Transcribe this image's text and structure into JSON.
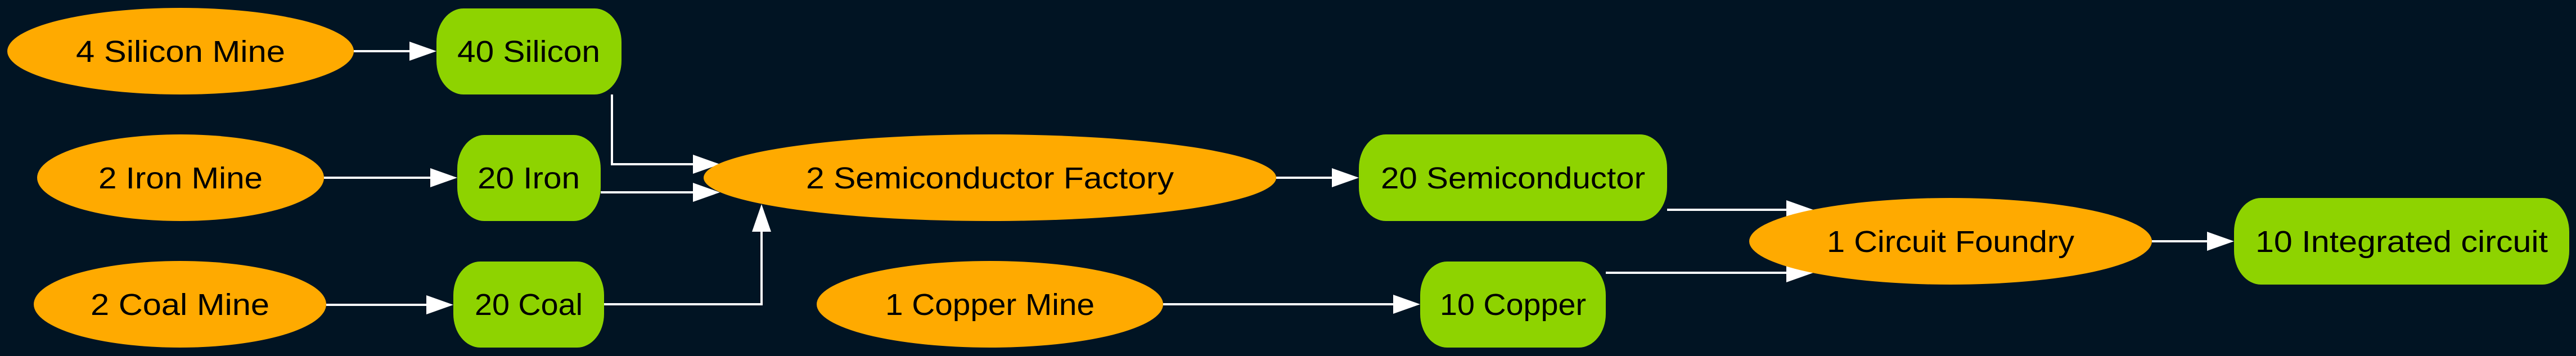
{
  "diagram": {
    "type": "production-flow-graph",
    "colors": {
      "background": "#011423",
      "machine": "#FFAA00",
      "resource": "#8ED300",
      "edge": "#FFFFFF",
      "text": "#000000"
    },
    "legend_semantics": {
      "machine_shape": "ellipse",
      "resource_shape": "rounded-rectangle"
    },
    "nodes": [
      {
        "id": "silicon_mine",
        "kind": "machine",
        "label": "4 Silicon Mine",
        "count": 4,
        "name": "Silicon Mine"
      },
      {
        "id": "iron_mine",
        "kind": "machine",
        "label": "2 Iron Mine",
        "count": 2,
        "name": "Iron Mine"
      },
      {
        "id": "coal_mine",
        "kind": "machine",
        "label": "2 Coal Mine",
        "count": 2,
        "name": "Coal Mine"
      },
      {
        "id": "silicon",
        "kind": "resource",
        "label": "40 Silicon",
        "count": 40,
        "name": "Silicon"
      },
      {
        "id": "iron",
        "kind": "resource",
        "label": "20 Iron",
        "count": 20,
        "name": "Iron"
      },
      {
        "id": "coal",
        "kind": "resource",
        "label": "20 Coal",
        "count": 20,
        "name": "Coal"
      },
      {
        "id": "semiconductor_factory",
        "kind": "machine",
        "label": "2 Semiconductor Factory",
        "count": 2,
        "name": "Semiconductor Factory"
      },
      {
        "id": "copper_mine",
        "kind": "machine",
        "label": "1 Copper Mine",
        "count": 1,
        "name": "Copper Mine"
      },
      {
        "id": "semiconductor",
        "kind": "resource",
        "label": "20 Semiconductor",
        "count": 20,
        "name": "Semiconductor"
      },
      {
        "id": "copper",
        "kind": "resource",
        "label": "10 Copper",
        "count": 10,
        "name": "Copper"
      },
      {
        "id": "circuit_foundry",
        "kind": "machine",
        "label": "1 Circuit Foundry",
        "count": 1,
        "name": "Circuit Foundry"
      },
      {
        "id": "integrated_circuit",
        "kind": "resource",
        "label": "10 Integrated circuit",
        "count": 10,
        "name": "Integrated circuit"
      }
    ],
    "edges": [
      {
        "from": "silicon_mine",
        "to": "silicon"
      },
      {
        "from": "iron_mine",
        "to": "iron"
      },
      {
        "from": "coal_mine",
        "to": "coal"
      },
      {
        "from": "silicon",
        "to": "semiconductor_factory"
      },
      {
        "from": "iron",
        "to": "semiconductor_factory"
      },
      {
        "from": "coal",
        "to": "semiconductor_factory"
      },
      {
        "from": "semiconductor_factory",
        "to": "semiconductor"
      },
      {
        "from": "copper_mine",
        "to": "copper"
      },
      {
        "from": "semiconductor",
        "to": "circuit_foundry"
      },
      {
        "from": "copper",
        "to": "circuit_foundry"
      },
      {
        "from": "circuit_foundry",
        "to": "integrated_circuit"
      }
    ]
  }
}
